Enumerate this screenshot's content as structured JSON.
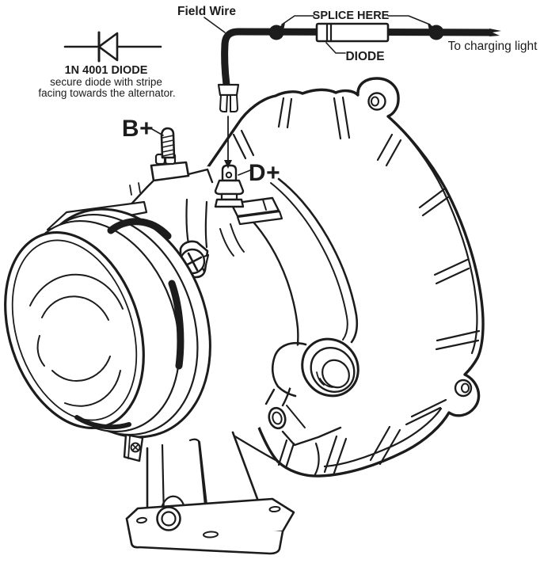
{
  "labels": {
    "field_wire": "Field Wire",
    "splice_here": "SPLICE HERE",
    "to_charging_light": "To charging light",
    "diode_callout": "DIODE",
    "diode_title": "1N 4001 DIODE",
    "diode_note_1": "secure diode with stripe",
    "diode_note_2": "facing towards the alternator.",
    "terminal_b": "B+",
    "terminal_d": "D+"
  },
  "colors": {
    "ink": "#1c1c1c",
    "paper": "#ffffff"
  }
}
